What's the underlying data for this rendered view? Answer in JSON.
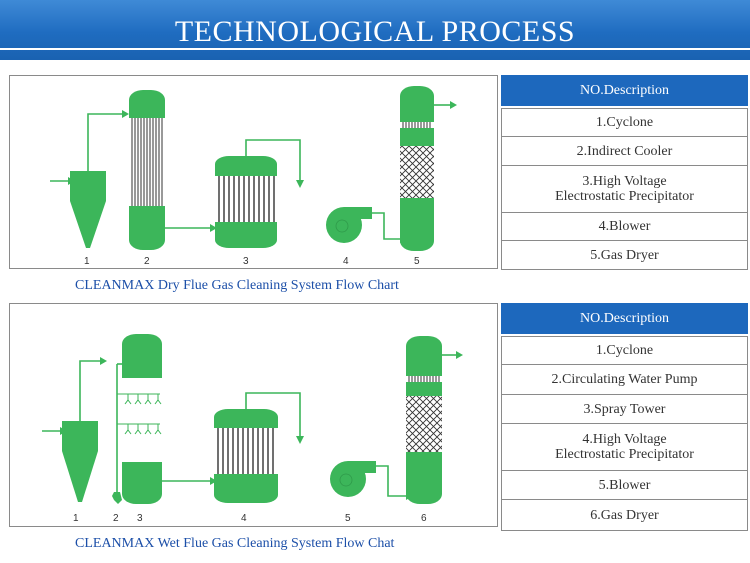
{
  "banner": {
    "title": "TECHNOLOGICAL PROCESS"
  },
  "dry": {
    "caption": "CLEANMAX Dry Flue Gas Cleaning System Flow Chart",
    "table": {
      "header": "NO.Description",
      "rows": [
        "1.Cyclone",
        "2.Indirect Cooler",
        "3.High Voltage\nElectrostatic Precipitator",
        "4.Blower",
        "5.Gas Dryer"
      ]
    },
    "labels": [
      "1",
      "2",
      "3",
      "4",
      "5"
    ]
  },
  "wet": {
    "caption": "CLEANMAX Wet Flue Gas Cleaning System Flow Chat",
    "table": {
      "header": "NO.Description",
      "rows": [
        "1.Cyclone",
        "2.Circulating Water Pump",
        "3.Spray Tower",
        "4.High Voltage\nElectrostatic Precipitator",
        "5.Blower",
        "6.Gas Dryer"
      ]
    },
    "labels": [
      "1",
      "2",
      "3",
      "4",
      "5",
      "6"
    ]
  },
  "colors": {
    "banner": "#1f6cc0",
    "equipment": "#3cb65a",
    "pipe": "#3cb65a",
    "table_header": "#1d68bd",
    "caption": "#1c4fa8"
  }
}
